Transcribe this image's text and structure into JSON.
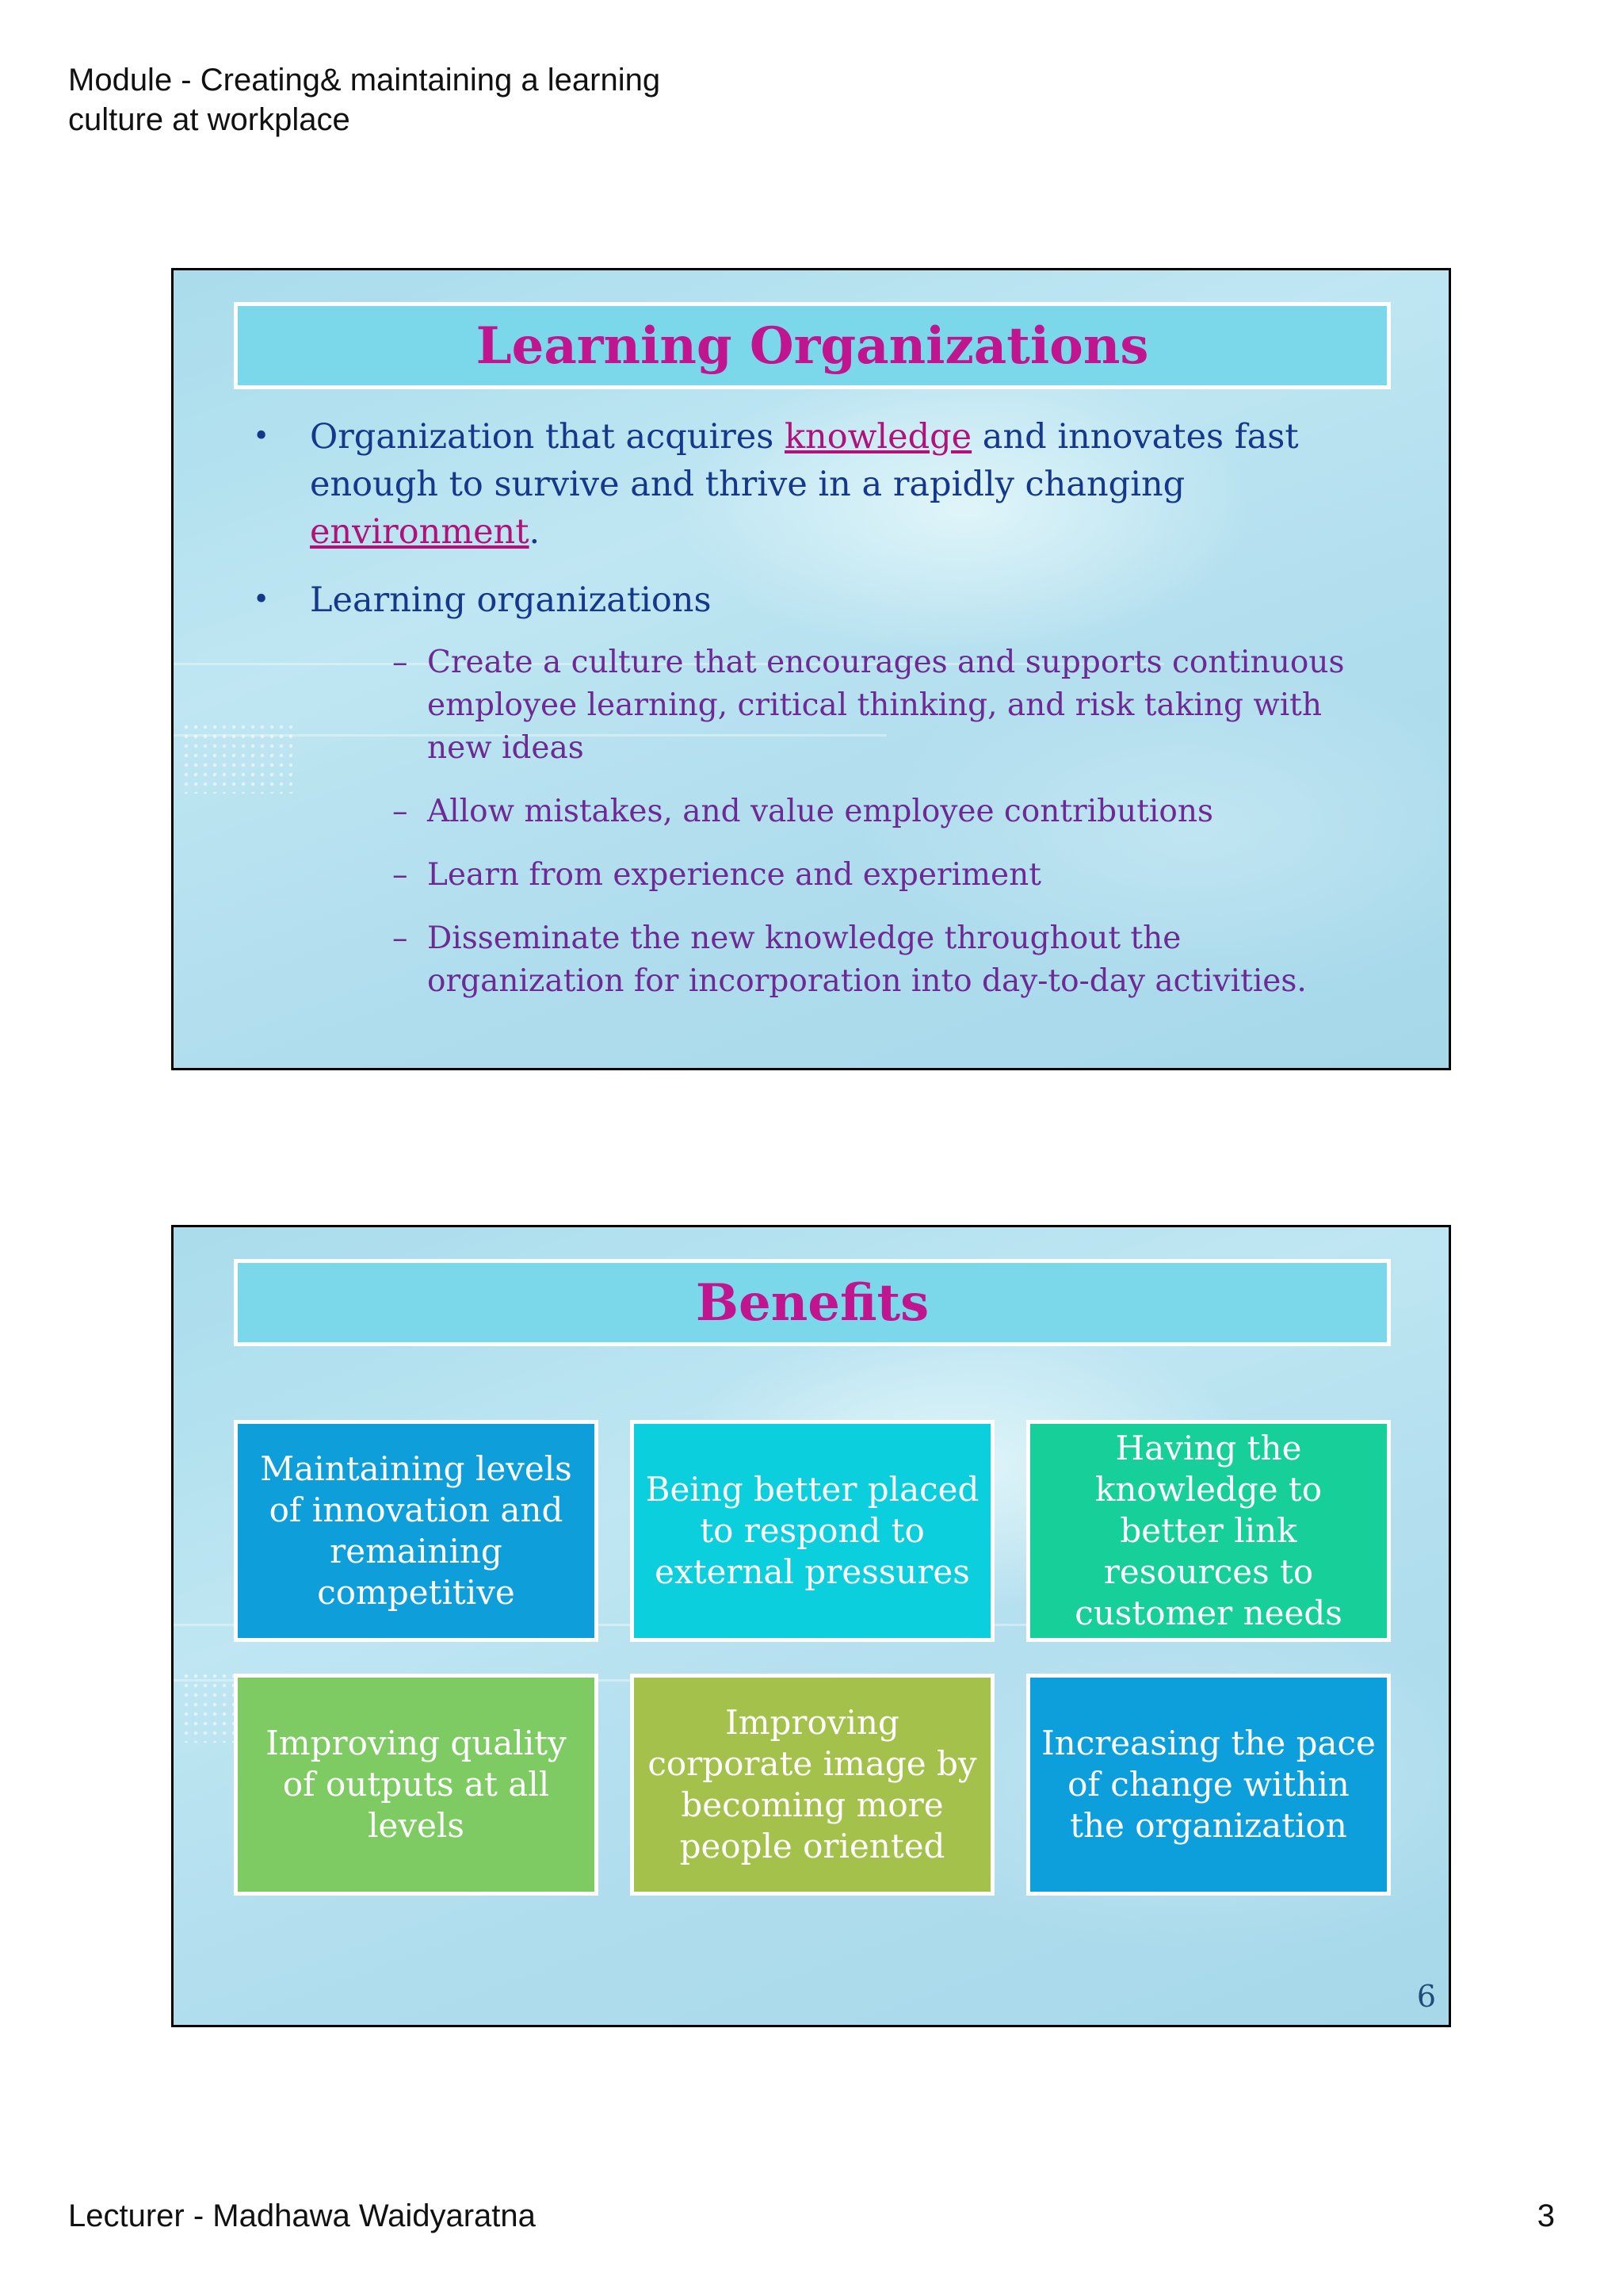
{
  "header": {
    "line1": "Module - Creating& maintaining a learning",
    "line2": "culture at workplace"
  },
  "footer": {
    "lecturer": "Lecturer - Madhawa Waidyaratna",
    "page_number": "3"
  },
  "slide1": {
    "title": "Learning Organizations",
    "bullet1": {
      "part1": "Organization that acquires ",
      "link1": "knowledge",
      "part2": " and innovates fast enough to survive and thrive in a rapidly changing ",
      "link2": "environment",
      "part3": "."
    },
    "bullet2": "Learning organizations",
    "sub_items": [
      "Create a culture that encourages and supports continuous employee learning, critical thinking, and risk taking with new ideas",
      "Allow mistakes, and value employee contributions",
      "Learn from experience and experiment",
      "Disseminate the new knowledge throughout the organization for incorporation into day-to-day activities."
    ]
  },
  "slide2": {
    "title": "Benefits",
    "slide_number": "6",
    "boxes": [
      {
        "text": "Maintaining levels of innovation and remaining competitive",
        "color": "#0e9fdb"
      },
      {
        "text": "Being better placed to respond to external pressures",
        "color": "#0bcfdc"
      },
      {
        "text": "Having the knowledge to better link resources to customer needs",
        "color": "#17cf98"
      },
      {
        "text": "Improving quality of outputs at all levels",
        "color": "#7fcb63"
      },
      {
        "text": "Improving corporate image by becoming more people oriented",
        "color": "#a4c24b"
      },
      {
        "text": "Increasing the pace of change within the organization",
        "color": "#0d9fdc"
      }
    ]
  },
  "colors": {
    "title_text": "#c0158f",
    "title_bar": "#7ad8ea",
    "level1_text": "#15388a",
    "level2_text": "#6e2a94",
    "link_text": "#b0127a"
  }
}
